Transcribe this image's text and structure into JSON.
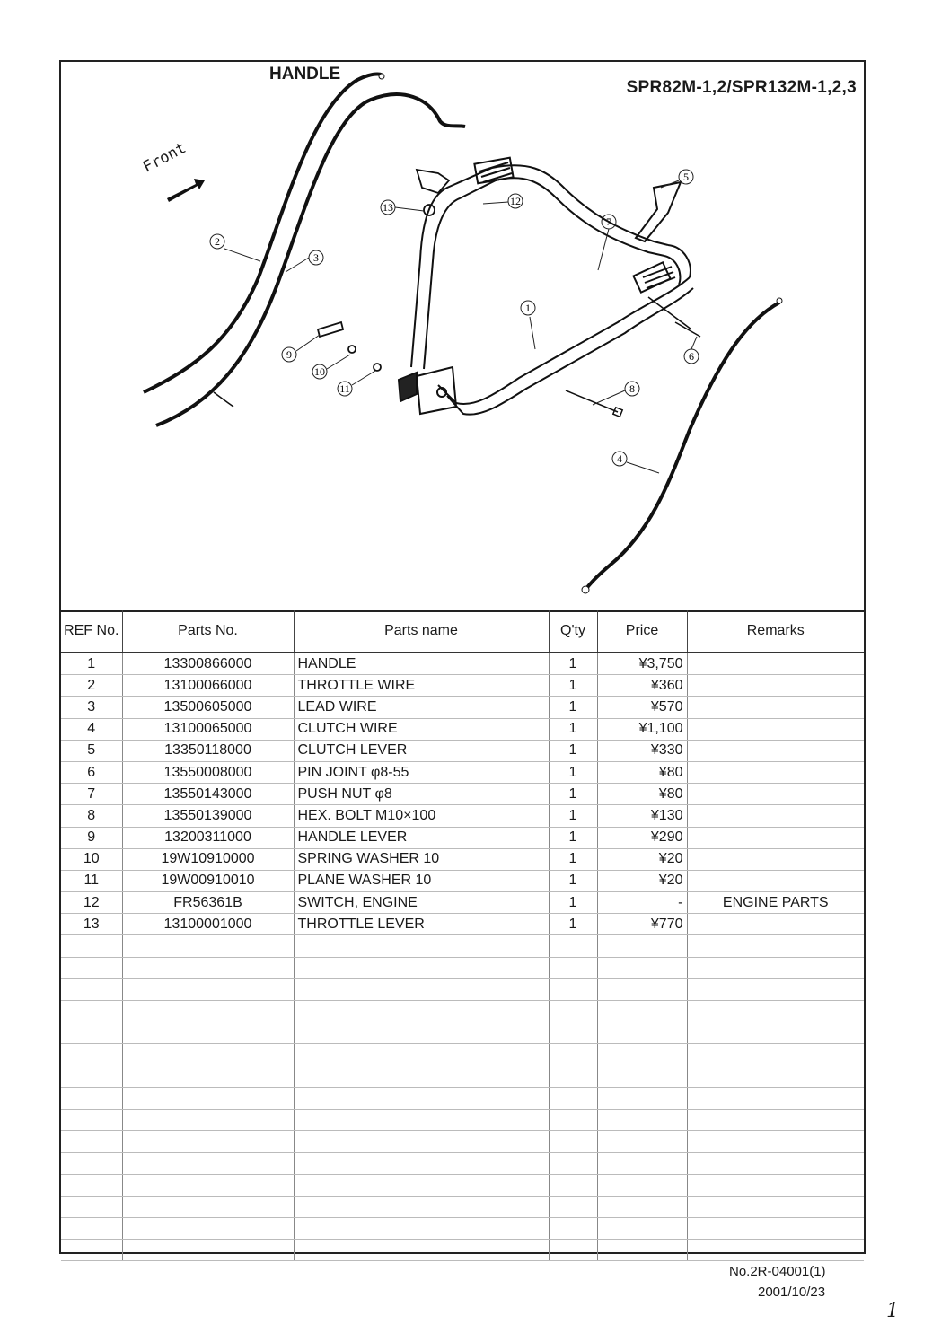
{
  "header": {
    "section_title": "HANDLE",
    "model": "SPR82M-1,2/SPR132M-1,2,3",
    "front_label": "Front"
  },
  "diagram": {
    "callouts": [
      "1",
      "2",
      "3",
      "4",
      "5",
      "6",
      "7",
      "8",
      "9",
      "10",
      "11",
      "12",
      "13"
    ]
  },
  "table": {
    "columns": [
      "REF No.",
      "Parts No.",
      "Parts name",
      "Q'ty",
      "Price",
      "Remarks"
    ],
    "rows": [
      {
        "ref": "1",
        "part_no": "13300866000",
        "name": "HANDLE",
        "qty": "1",
        "price": "¥3,750",
        "remarks": ""
      },
      {
        "ref": "2",
        "part_no": "13100066000",
        "name": "THROTTLE WIRE",
        "qty": "1",
        "price": "¥360",
        "remarks": ""
      },
      {
        "ref": "3",
        "part_no": "13500605000",
        "name": "LEAD WIRE",
        "qty": "1",
        "price": "¥570",
        "remarks": ""
      },
      {
        "ref": "4",
        "part_no": "13100065000",
        "name": "CLUTCH WIRE",
        "qty": "1",
        "price": "¥1,100",
        "remarks": ""
      },
      {
        "ref": "5",
        "part_no": "13350118000",
        "name": "CLUTCH LEVER",
        "qty": "1",
        "price": "¥330",
        "remarks": ""
      },
      {
        "ref": "6",
        "part_no": "13550008000",
        "name": "PIN JOINT φ8-55",
        "qty": "1",
        "price": "¥80",
        "remarks": ""
      },
      {
        "ref": "7",
        "part_no": "13550143000",
        "name": "PUSH NUT φ8",
        "qty": "1",
        "price": "¥80",
        "remarks": ""
      },
      {
        "ref": "8",
        "part_no": "13550139000",
        "name": "HEX. BOLT M10×100",
        "qty": "1",
        "price": "¥130",
        "remarks": ""
      },
      {
        "ref": "9",
        "part_no": "13200311000",
        "name": "HANDLE LEVER",
        "qty": "1",
        "price": "¥290",
        "remarks": ""
      },
      {
        "ref": "10",
        "part_no": "19W10910000",
        "name": "SPRING WASHER 10",
        "qty": "1",
        "price": "¥20",
        "remarks": ""
      },
      {
        "ref": "11",
        "part_no": "19W00910010",
        "name": "PLANE WASHER 10",
        "qty": "1",
        "price": "¥20",
        "remarks": ""
      },
      {
        "ref": "12",
        "part_no": "FR56361B",
        "name": "SWITCH, ENGINE",
        "qty": "1",
        "price": "-",
        "remarks": "ENGINE PARTS"
      },
      {
        "ref": "13",
        "part_no": "13100001000",
        "name": "THROTTLE LEVER",
        "qty": "1",
        "price": "¥770",
        "remarks": ""
      }
    ],
    "empty_rows": 15
  },
  "footer": {
    "doc_no": "No.2R-04001(1)",
    "date": "2001/10/23",
    "page": "1"
  }
}
